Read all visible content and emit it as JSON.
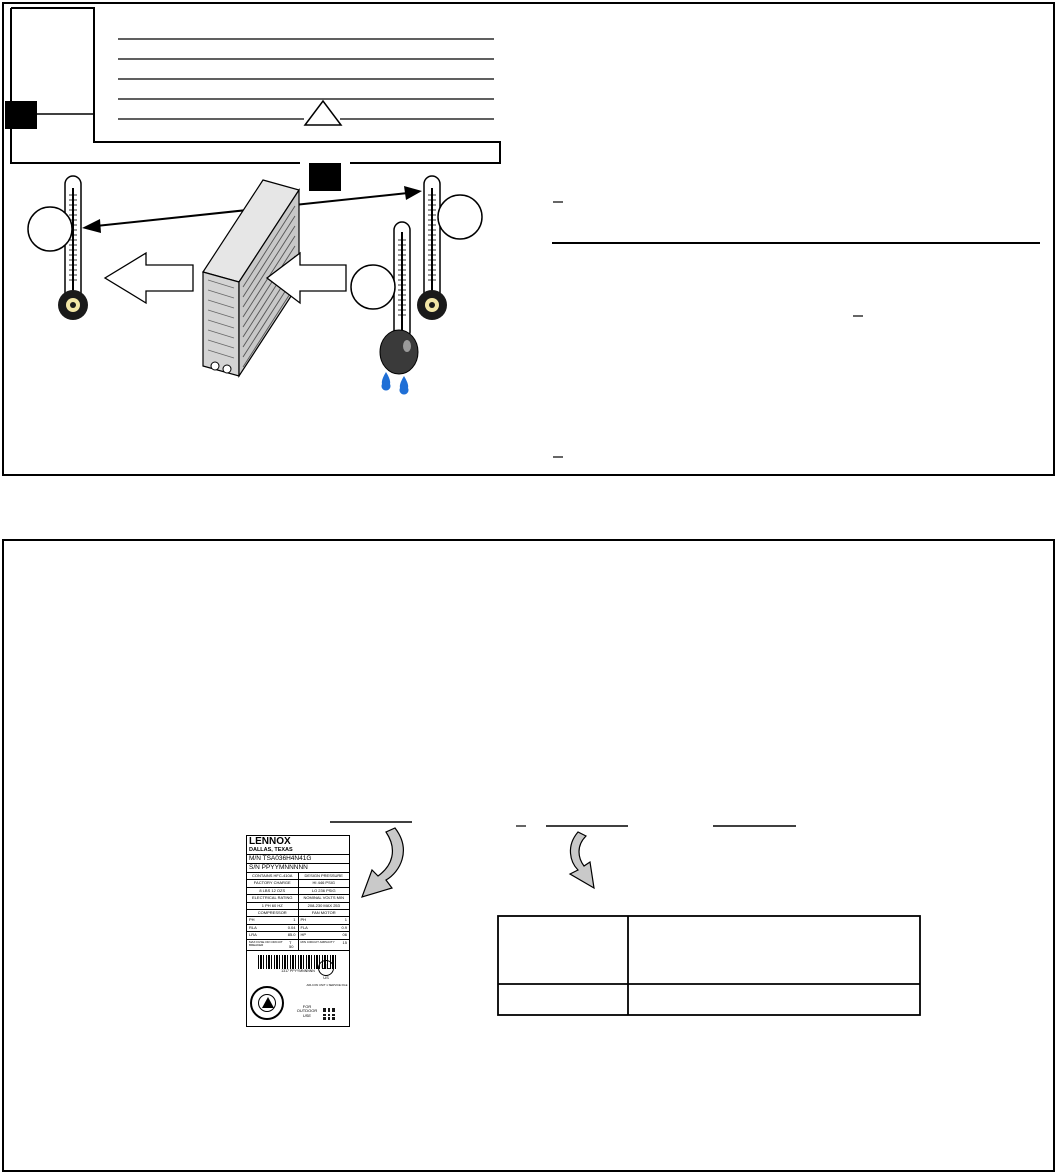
{
  "nameplate": {
    "brand": "LENNOX",
    "city": "DALLAS, TEXAS",
    "model_line": "M/N  TSA036H4N41G",
    "serial_line": "S/N  PPYYMNNNNN",
    "header_left": "CONTAINS HFC-410A",
    "header_right": "DESIGN PRESSURE",
    "factory_charge_label": "FACTORY CHARGE",
    "hi_value": "HI    446 PSIG",
    "charge_value": "8 LBS  12 OZS",
    "lo_value": "LO    236 PSIG",
    "electrical_label": "ELECTRICAL RATING",
    "nominal_label": "NOMINAL VOLTS  MIN",
    "phase_value": "1 PH      60 HZ",
    "volts_value": "208-230     MAX 253",
    "compressor_label": "COMPRESSOR",
    "fan_motor_label": "FAN MOTOR",
    "ph_left": "PH",
    "ph_left_val": "1",
    "ph_right": "PH",
    "ph_right_val": "1",
    "rla": "RLA",
    "rla_val": "0.04",
    "fla": "FLA",
    "fla_val": "0.9",
    "lra": "LRA",
    "lra_val": "85.0",
    "hp": "HP",
    "hp_val": "06",
    "fuse_label": "MAX FUSE OR CIRCUIT BREAKER",
    "fuse_val": "T 50",
    "min_circuit_label": "MIN CIRCUIT AMPACITY",
    "min_circuit_val": "15",
    "barcode_text": "1317 PPYYMNNNNN",
    "ul_text": "US",
    "ul_sub": "AIR-CON UNIT 1 SERVICE FILE",
    "outdoor_label": "FOR OUTDOOR USE"
  },
  "colors": {
    "line": "#000000",
    "coil_fill": "#d9d9d9",
    "water_drop": "#1f6fd6",
    "bulb_dark": "#3a3a3a",
    "nameplate_bg": "#ffffff"
  },
  "icons": [
    "thermometer-icon",
    "water-drop-icon",
    "arrow-icon",
    "warning-triangle-icon",
    "coil-icon",
    "nameplate-icon"
  ]
}
